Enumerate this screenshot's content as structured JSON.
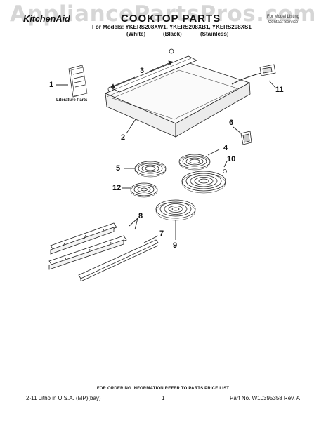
{
  "watermark": "AppliancePartsPros.com",
  "header": {
    "brand": "KitchenAid",
    "title": "COOKTOP PARTS",
    "note_line1": "For Model Listing",
    "note_line2": "Contact Service",
    "models_label": "For Models: YKERS208XW1, YKERS208XB1, YKERS208XS1",
    "variant_white": "(White)",
    "variant_black": "(Black)",
    "variant_stainless": "(Stainless)"
  },
  "callouts": {
    "c1": "1",
    "c2": "2",
    "c3": "3",
    "c4": "4",
    "c5": "5",
    "c6": "6",
    "c7": "7",
    "c8": "8",
    "c9": "9",
    "c10": "10",
    "c11": "11",
    "c12": "12"
  },
  "literature_label": "Literature Parts",
  "footer": {
    "ordering_note": "FOR ORDERING INFORMATION REFER TO PARTS PRICE LIST",
    "litho": "2-11 Litho in U.S.A. (MP)(bay)",
    "page": "1",
    "part_no": "Part No. W10395358 Rev. A"
  }
}
